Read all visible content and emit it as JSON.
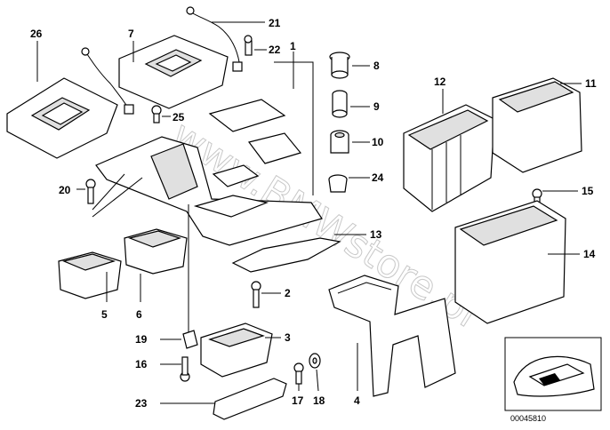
{
  "watermark": "www.BMWstore.pl",
  "drawing_number": "00045810",
  "callouts": [
    {
      "id": "26",
      "label": "26"
    },
    {
      "id": "7",
      "label": "7"
    },
    {
      "id": "21",
      "label": "21"
    },
    {
      "id": "22",
      "label": "22"
    },
    {
      "id": "1",
      "label": "1"
    },
    {
      "id": "8",
      "label": "8"
    },
    {
      "id": "9",
      "label": "9"
    },
    {
      "id": "10",
      "label": "10"
    },
    {
      "id": "24",
      "label": "24"
    },
    {
      "id": "12",
      "label": "12"
    },
    {
      "id": "11",
      "label": "11"
    },
    {
      "id": "25",
      "label": "25"
    },
    {
      "id": "20",
      "label": "20"
    },
    {
      "id": "15",
      "label": "15"
    },
    {
      "id": "13",
      "label": "13"
    },
    {
      "id": "14",
      "label": "14"
    },
    {
      "id": "2",
      "label": "2"
    },
    {
      "id": "5",
      "label": "5"
    },
    {
      "id": "6",
      "label": "6"
    },
    {
      "id": "3",
      "label": "3"
    },
    {
      "id": "19",
      "label": "19"
    },
    {
      "id": "16",
      "label": "16"
    },
    {
      "id": "17",
      "label": "17"
    },
    {
      "id": "18",
      "label": "18"
    },
    {
      "id": "4",
      "label": "4"
    },
    {
      "id": "23",
      "label": "23"
    }
  ]
}
